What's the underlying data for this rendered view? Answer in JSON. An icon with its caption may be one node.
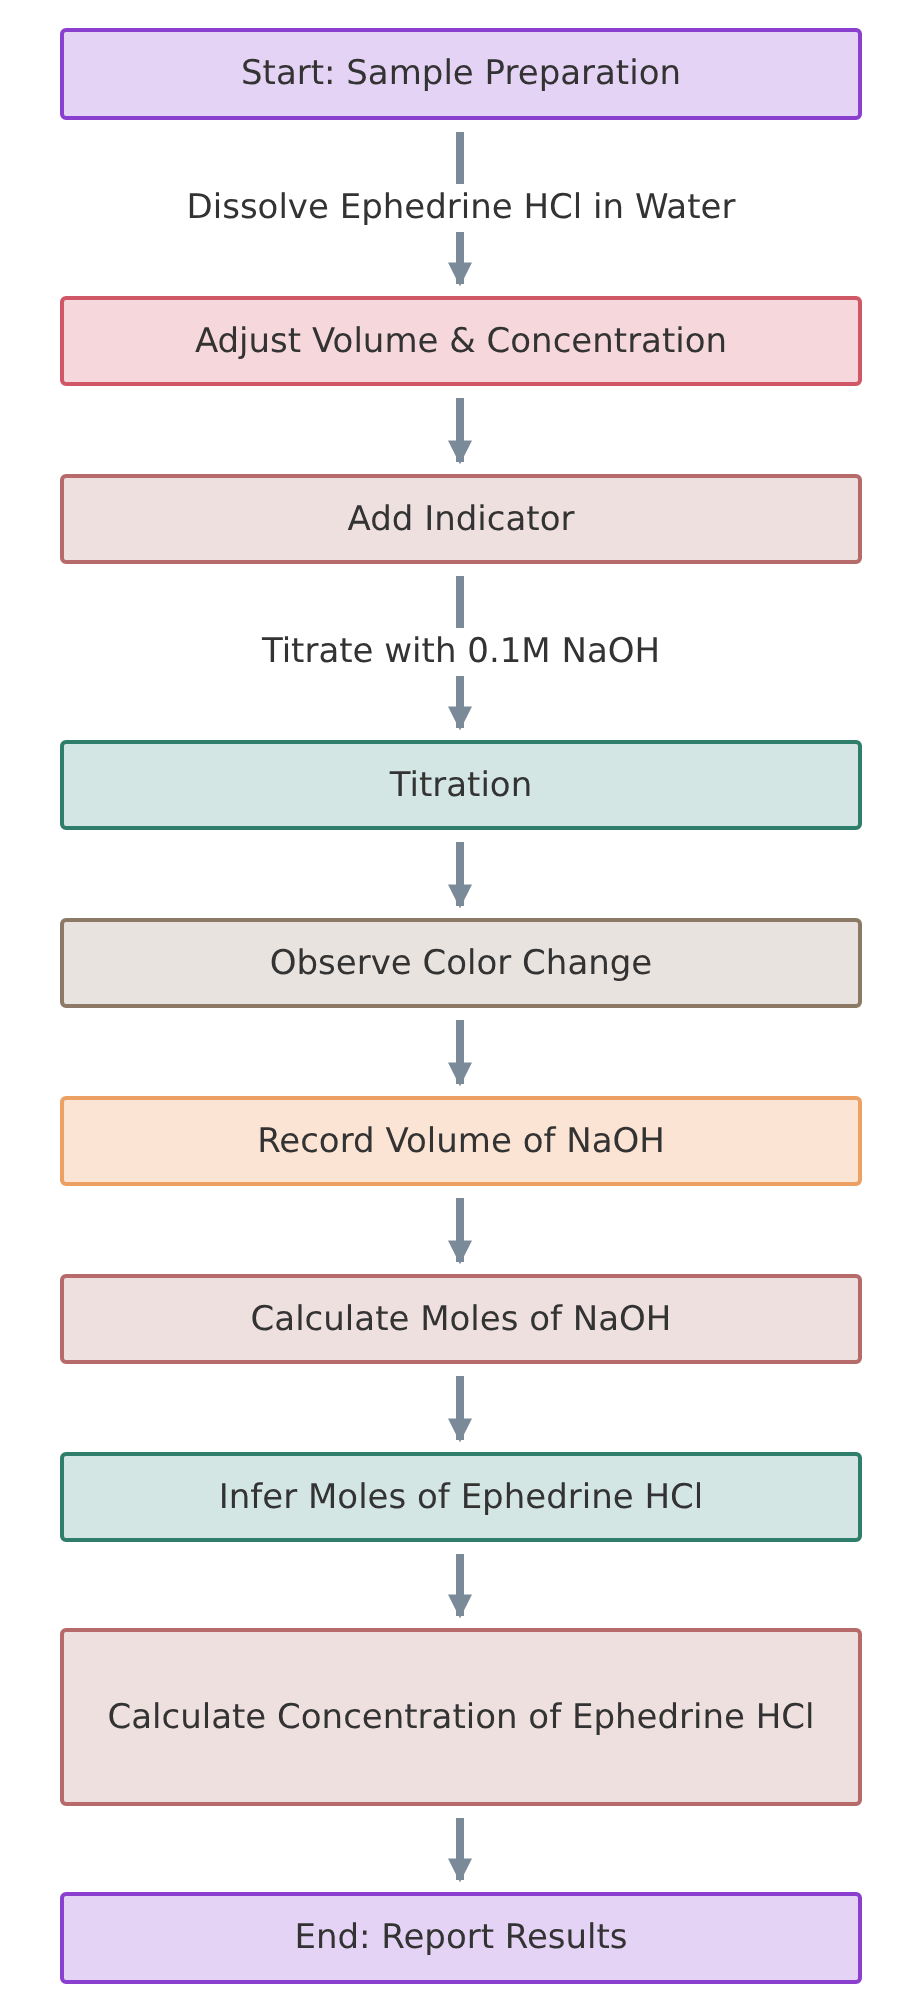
{
  "diagram": {
    "nodes": [
      {
        "text": [
          "Start: Sample Preparation"
        ]
      },
      {
        "text": [
          "Adjust Volume & Concentration"
        ]
      },
      {
        "text": [
          "Add Indicator"
        ]
      },
      {
        "text": [
          "Titration"
        ]
      },
      {
        "text": [
          "Observe Color Change"
        ]
      },
      {
        "text": [
          "Record Volume of NaOH"
        ]
      },
      {
        "text": [
          "Calculate Moles of NaOH"
        ]
      },
      {
        "text": [
          "Infer Moles of Ephedrine HCl"
        ]
      },
      {
        "text": [
          "Calculate Concentration of Ephedrine HCl"
        ]
      },
      {
        "text": [
          "End: Report Results"
        ]
      }
    ],
    "edges": [
      {
        "from": 0,
        "to": 1,
        "arrow": "to",
        "label": "Dissolve Ephedrine HCl in Water"
      },
      {
        "from": 1,
        "to": 2,
        "arrow": "to"
      },
      {
        "from": 2,
        "to": 3,
        "arrow": "to",
        "label": "Titrate with 0.1M NaOH"
      },
      {
        "from": 3,
        "to": 4,
        "arrow": "to"
      },
      {
        "from": 4,
        "to": 5,
        "arrow": "to"
      },
      {
        "from": 5,
        "to": 6,
        "arrow": "to"
      },
      {
        "from": 6,
        "to": 7,
        "arrow": "to"
      },
      {
        "from": 7,
        "to": 8,
        "arrow": "to"
      },
      {
        "from": 8,
        "to": 9,
        "arrow": "to"
      }
    ]
  }
}
